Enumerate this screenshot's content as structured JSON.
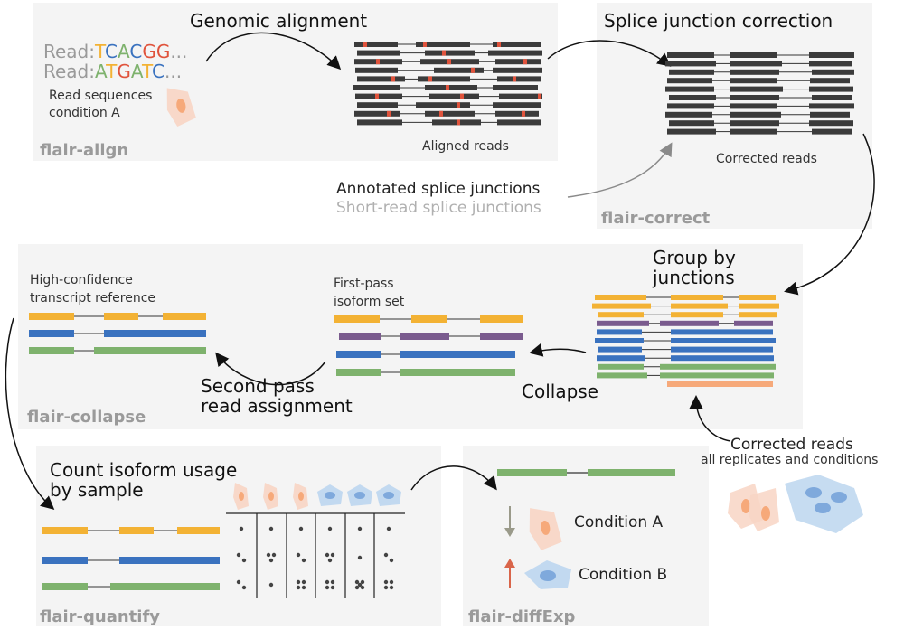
{
  "colors": {
    "panel": "#f4f4f4",
    "read": "#3b3b3b",
    "mismatch": "#e0533c",
    "yellow": "#f3b234",
    "purple": "#7a5b8e",
    "blue": "#3a72bf",
    "green": "#7eb26d",
    "orange": "#f6a97a",
    "cellA": "#f8d5c4",
    "cellB": "#bcd6ef",
    "arrow_down": "#9a9a8a",
    "arrow_up": "#d9654a"
  },
  "align": {
    "read1_prefix": "Read:",
    "read1_seq": [
      "T",
      "C",
      "A",
      "C",
      "G",
      "G"
    ],
    "read1_suffix": "...",
    "read2_prefix": "Read:",
    "read2_seq": [
      "A",
      "T",
      "G",
      "A",
      "T",
      "C"
    ],
    "read2_suffix": "...",
    "seq_colors": {
      "A": "#7eb26d",
      "T": "#f3b234",
      "C": "#3a72bf",
      "G": "#e0533c"
    },
    "caption_line1": "Read sequences",
    "caption_line2": "condition A",
    "stage": "flair-align",
    "step_title": "Genomic alignment",
    "aligned_caption": "Aligned reads"
  },
  "correct": {
    "step_title": "Splice junction correction",
    "caption": "Corrected reads",
    "stage": "flair-correct",
    "annotated": "Annotated splice junctions",
    "short_read": "Short-read splice junctions"
  },
  "collapse": {
    "group_title_line1": "Group by",
    "group_title_line2": "junctions",
    "collapse_label": "Collapse",
    "first_pass_line1": "First-pass",
    "first_pass_line2": "isoform set",
    "second_pass_line1": "Second pass",
    "second_pass_line2": "read assignment",
    "hc_line1": "High-confidence",
    "hc_line2": "transcript reference",
    "stage": "flair-collapse",
    "corrected_line1": "Corrected reads",
    "corrected_line2": "all replicates and conditions"
  },
  "quantify": {
    "title_line1": "Count isoform usage",
    "title_line2": "by sample",
    "stage": "flair-quantify"
  },
  "diffexp": {
    "condition_a": "Condition A",
    "condition_b": "Condition B",
    "stage": "flair-diffExp"
  }
}
